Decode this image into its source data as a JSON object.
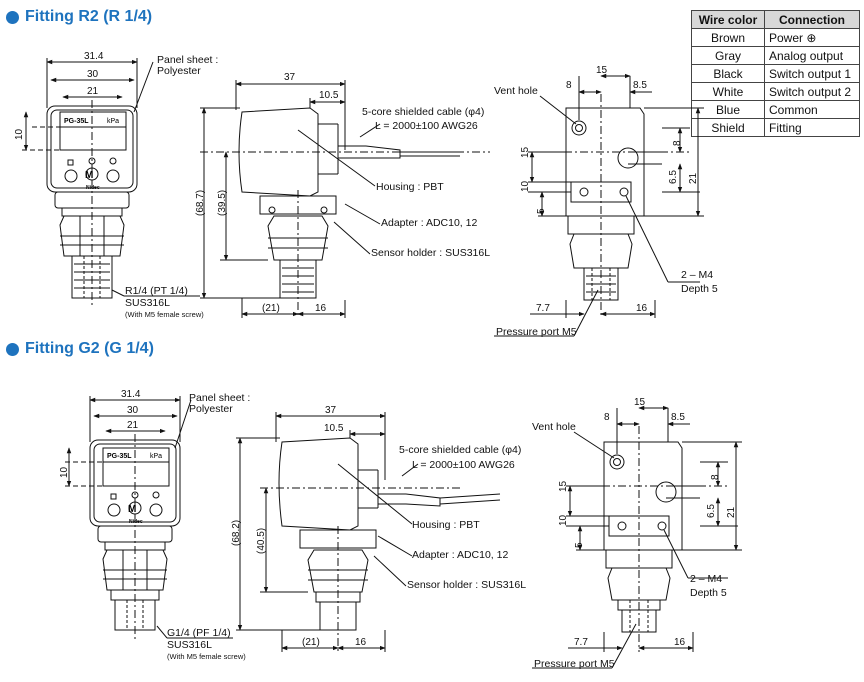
{
  "sections": {
    "r2": {
      "title": "Fitting R2 (R 1/4)",
      "front": {
        "dim_total": "31.4",
        "dim_body": "30",
        "dim_display": "21",
        "dim_height": "10",
        "panel_label_1": "Panel sheet :",
        "panel_label_2": "Polyester",
        "model": "PG-35L",
        "unit": "kPa",
        "logo": "Nidec",
        "thread": "R1/4 (PT 1/4)",
        "material": "SUS316L",
        "note": "(With M5 female screw)"
      },
      "side": {
        "dim_depth": "37",
        "dim_top": "10.5",
        "dim_total_h": "(68.7)",
        "dim_body_h": "(39.5)",
        "dim_bottom_left": "(21)",
        "dim_bottom_right": "16",
        "cable": "5-core shielded cable (φ4)",
        "cable_len": "L = 2000±100 AWG26",
        "housing": "Housing : PBT",
        "adapter": "Adapter : ADC10, 12",
        "holder": "Sensor holder : SUS316L"
      },
      "back": {
        "vent": "Vent hole",
        "d8": "8",
        "d15": "15",
        "d85": "8.5",
        "r8": "8",
        "r15": "15",
        "r65": "6.5",
        "r21": "21",
        "l10": "10",
        "l5": "5",
        "m4": "2 – M4",
        "depth": "Depth 5",
        "d77": "7.7",
        "d16": "16",
        "port": "Pressure port M5"
      }
    },
    "g2": {
      "title": "Fitting G2 (G 1/4)",
      "front": {
        "dim_total": "31.4",
        "dim_body": "30",
        "dim_display": "21",
        "dim_height": "10",
        "panel_label_1": "Panel sheet :",
        "panel_label_2": "Polyester",
        "model": "PG-35L",
        "unit": "kPa",
        "logo": "Nidec",
        "thread": "G1/4 (PF 1/4)",
        "material": "SUS316L",
        "note": "(With M5 female screw)"
      },
      "side": {
        "dim_depth": "37",
        "dim_top": "10.5",
        "dim_total_h": "(68.2)",
        "dim_body_h": "(40.5)",
        "dim_bottom_left": "(21)",
        "dim_bottom_right": "16",
        "cable": "5-core shielded cable (φ4)",
        "cable_len": "L = 2000±100 AWG26",
        "housing": "Housing : PBT",
        "adapter": "Adapter : ADC10, 12",
        "holder": "Sensor holder : SUS316L"
      },
      "back": {
        "vent": "Vent hole",
        "d8": "8",
        "d15": "15",
        "d85": "8.5",
        "r8": "8",
        "r15": "15",
        "r65": "6.5",
        "r21": "21",
        "l10": "10",
        "l5": "5",
        "m4": "2 – M4",
        "depth": "Depth 5",
        "d77": "7.7",
        "d16": "16",
        "port": "Pressure port M5"
      }
    }
  },
  "wire_table": {
    "headers": [
      "Wire color",
      "Connection"
    ],
    "rows": [
      {
        "color": "Brown",
        "connection": "Power ⊕"
      },
      {
        "color": "Gray",
        "connection": "Analog output"
      },
      {
        "color": "Black",
        "connection": "Switch output 1"
      },
      {
        "color": "White",
        "connection": "Switch output 2"
      },
      {
        "color": "Blue",
        "connection": "Common"
      },
      {
        "color": "Shield",
        "connection": "Fitting"
      }
    ]
  },
  "colors": {
    "accent": "#1e73be"
  }
}
